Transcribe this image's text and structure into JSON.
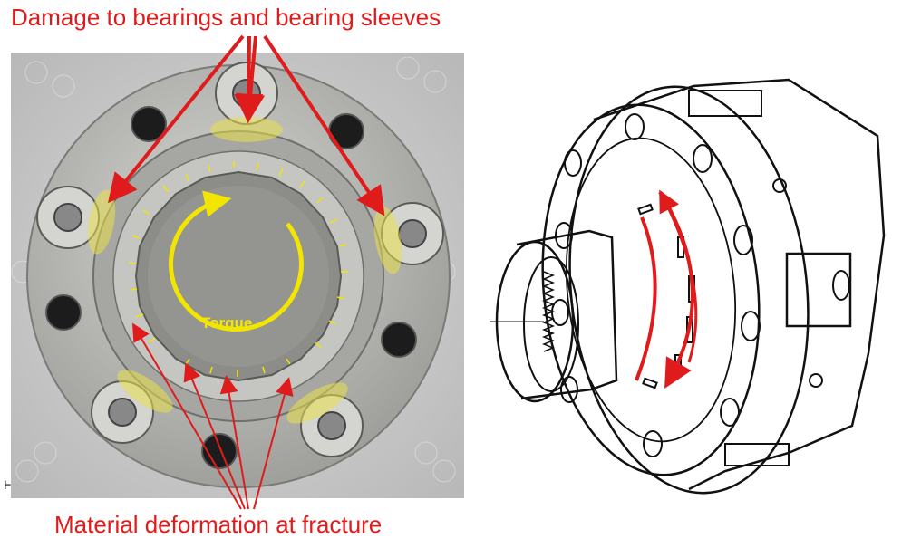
{
  "annotations": {
    "top": "Damage to bearings and bearing sleeves",
    "bottom": "Material deformation at fracture",
    "torque": "Torque"
  },
  "colors": {
    "red": "#e01b1b",
    "yellow": "#f2e600",
    "highlight": "#e8e04a",
    "metal": "#b9b9b4",
    "background_wrap": "#cfcfcf"
  },
  "icons": {
    "photo": "planet-carrier-photo",
    "drawing": "planet-carrier-line-drawing"
  }
}
